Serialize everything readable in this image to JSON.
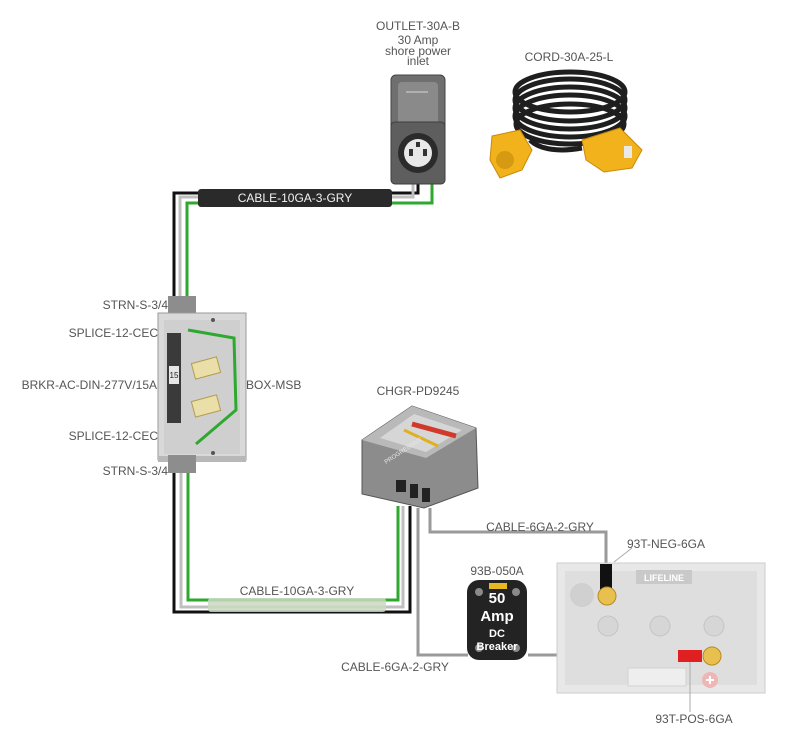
{
  "labels": {
    "outlet_part": "OUTLET-30A-B",
    "outlet_desc": [
      "30 Amp",
      "shore power",
      "inlet"
    ],
    "cord_part": "CORD-30A-25-L",
    "cable_top": "CABLE-10GA-3-GRY",
    "strain_top": "STRN-S-3/4",
    "splice_top": "SPLICE-12-CEC",
    "breaker_ac": "BRKR-AC-DIN-277V/15A",
    "box": "BOX-MSB",
    "splice_bottom": "SPLICE-12-CEC",
    "strain_bottom": "STRN-S-3/4",
    "charger": "CHGR-PD9245",
    "cable_bottom": "CABLE-10GA-3-GRY",
    "cable_neg": "CABLE-6GA-2-GRY",
    "cable_pos": "CABLE-6GA-2-GRY",
    "dc_breaker_part": "93B-050A",
    "neg_terminal": "93T-NEG-6GA",
    "pos_terminal": "93T-POS-6GA"
  },
  "dc_breaker": {
    "rating": "50",
    "unit": "Amp",
    "line1": "DC",
    "line2": "Breaker"
  },
  "breaker_ac_rating": "15",
  "battery_brand": "LIFELINE",
  "charger_brand": "PROGRESSIVE",
  "colors": {
    "wire_black": "#111111",
    "wire_white": "#bfbfbf",
    "wire_green": "#2ea82e",
    "cable_dc": "#9a9a9a",
    "cord_yellow": "#f2b21b",
    "positive_red": "#e02020"
  }
}
